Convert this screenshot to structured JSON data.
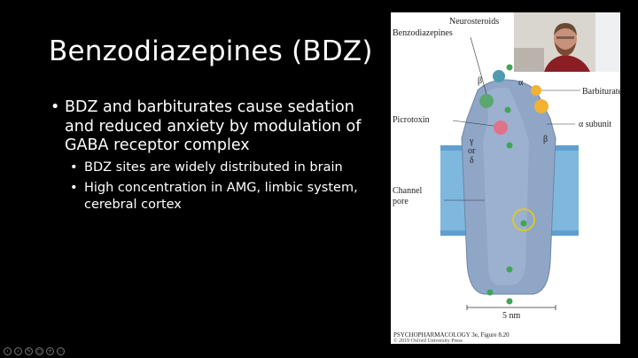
{
  "slide": {
    "title": "Benzodiazepines (BDZ)",
    "bullet_main": "BDZ and barbiturates cause sedation and reduced anxiety by modulation of GABA receptor complex",
    "sub_bullets": [
      "BDZ sites are widely distributed in brain",
      "High concentration in AMG, limbic system, cerebral cortex"
    ]
  },
  "figure": {
    "labels": {
      "neurosteroids": "Neurosteroids",
      "benzodiazepines": "Benzodiazepines",
      "barbiturates": "Barbiturates",
      "picrotoxin": "Picrotoxin",
      "alpha_subunit": "α subunit",
      "channel": "Channel",
      "pore": "pore",
      "beta_left": "β",
      "beta_right": "β",
      "alpha_top": "α",
      "gamma": "γ",
      "or": "or",
      "delta": "δ",
      "scale": "5 nm"
    },
    "caption_title": "PSYCHOPHARMACOLOGY 3e, Figure 8.20",
    "caption_copyright": "© 2019 Oxford University Press"
  },
  "colors": {
    "membrane": "#7fb8de",
    "receptor": "#8fa6c7",
    "benzodiazepine_ball": "#5aa870",
    "barbiturate_ball": "#f2b233",
    "picrotoxin_ball": "#e0738a",
    "gaba_ball": "#3fa652",
    "highlight_circle": "#e8d000"
  },
  "controls": [
    "previous-button",
    "next-button",
    "pen-tool-button",
    "pointer-button",
    "zoom-button",
    "menu-button"
  ]
}
